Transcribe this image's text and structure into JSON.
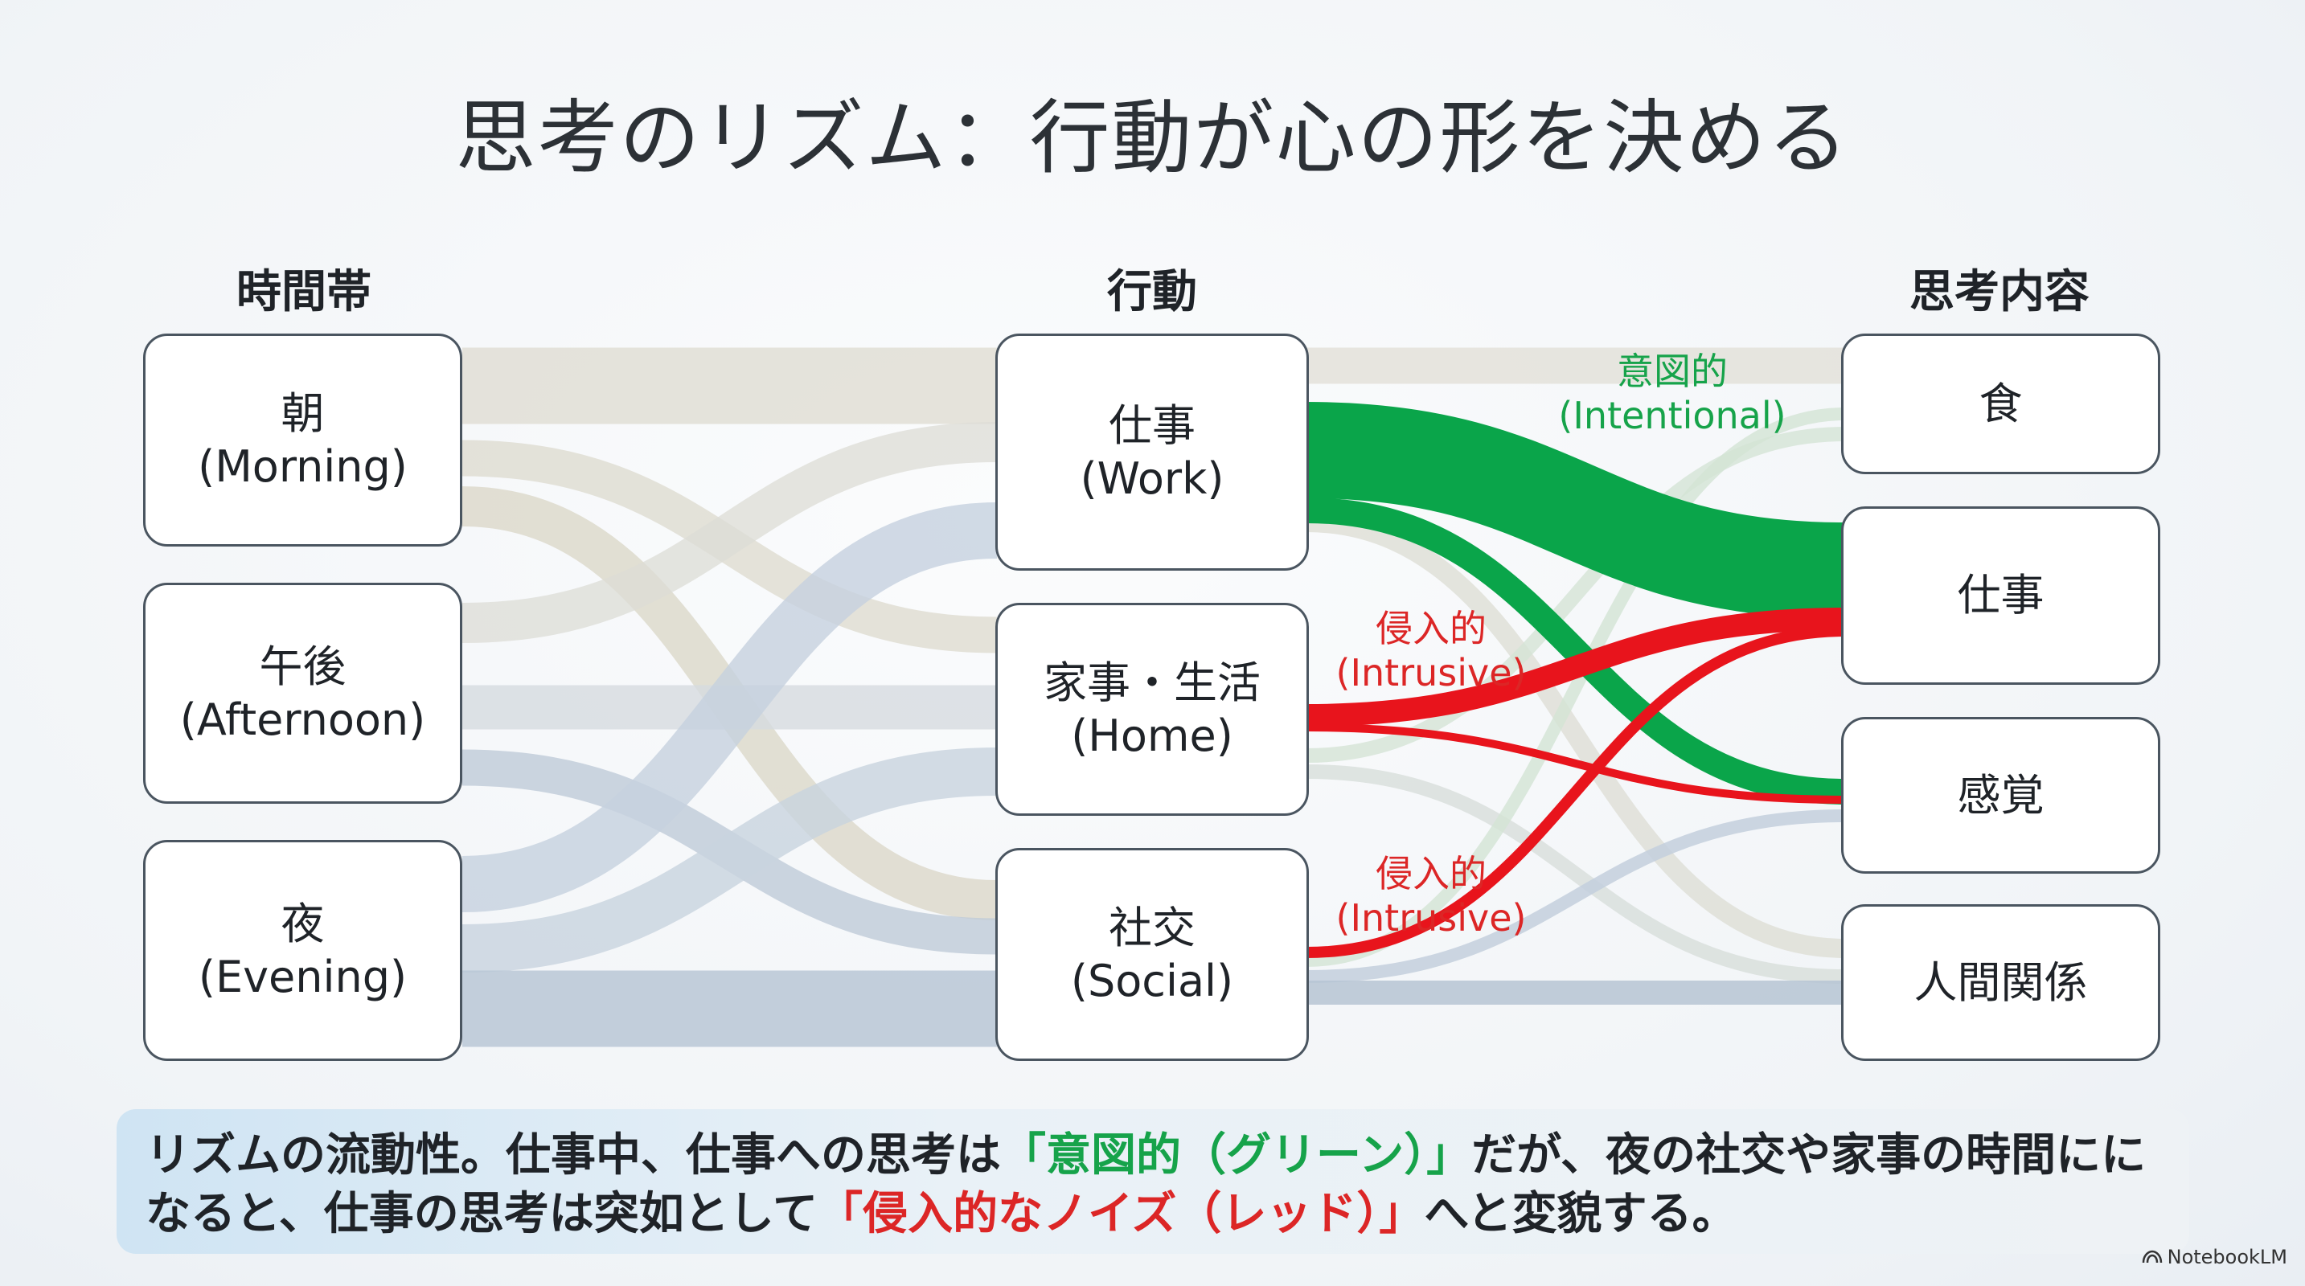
{
  "title": "思考のリズム：行動が心の形を決める",
  "headers": {
    "time": "時間帯",
    "action": "行動",
    "thought": "思考内容"
  },
  "time_nodes": [
    {
      "name": "朝",
      "en": "(Morning)"
    },
    {
      "name": "午後",
      "en": "(Afternoon)"
    },
    {
      "name": "夜",
      "en": "(Evening)"
    }
  ],
  "action_nodes": [
    {
      "name": "仕事",
      "en": "(Work)"
    },
    {
      "name": "家事・生活",
      "en": "(Home)"
    },
    {
      "name": "社交",
      "en": "(Social)"
    }
  ],
  "thought_nodes": [
    {
      "name": "食"
    },
    {
      "name": "仕事"
    },
    {
      "name": "感覚"
    },
    {
      "name": "人間関係"
    }
  ],
  "flow_labels": {
    "intentional": {
      "ja": "意図的",
      "en": "(Intentional)"
    },
    "intrusive_home": {
      "ja": "侵入的",
      "en": "(Intrusive)"
    },
    "intrusive_social": {
      "ja": "侵入的",
      "en": "(Intrusive)"
    }
  },
  "colors": {
    "intentional": "#0aa54a",
    "intrusive": "#e8141c",
    "neutral_tan": "#d9d5c8",
    "neutral_blue": "#b9c8da"
  },
  "caption": {
    "part1": "リズムの流動性。仕事中、仕事への思考は",
    "green": "「意図的（グリーン）」",
    "part2": "だが、夜の社交や家事の時間にになると、仕事の思考は突如として",
    "red": "「侵入的なノイズ（レッド）」",
    "part3": "へと変貌する。"
  },
  "brand": "NotebookLM"
}
